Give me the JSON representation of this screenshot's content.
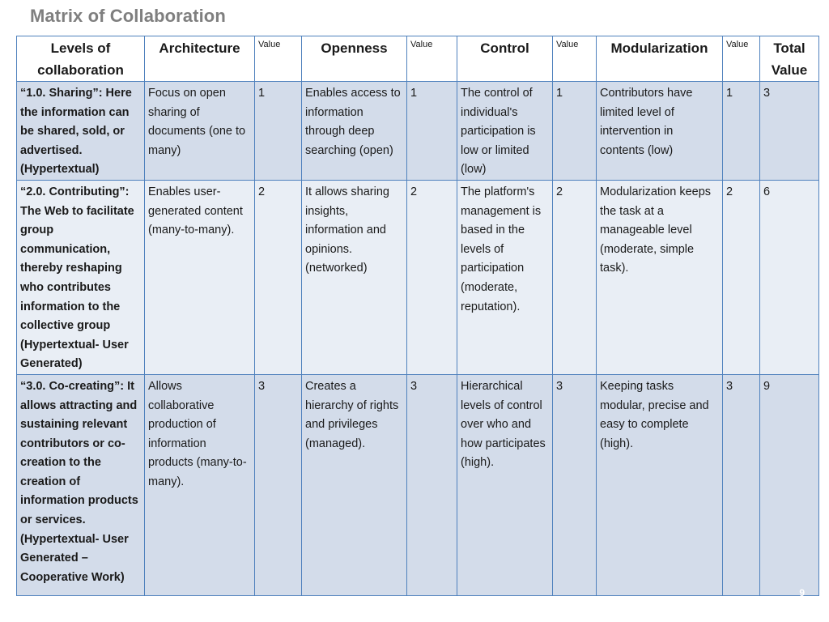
{
  "slide": {
    "title": "Matrix of Collaboration",
    "page_number": "9"
  },
  "table": {
    "headers": {
      "levels": "Levels of collaboration",
      "architecture": "Architecture",
      "value1": "Value",
      "openness": "Openness",
      "value2": "Value",
      "control": "Control",
      "value3": "Value",
      "modularization": "Modularization",
      "value4": "Value",
      "total": "Total Value"
    },
    "rows": [
      {
        "level": "“1.0. Sharing”: Here the information can be shared, sold, or advertised. (Hypertextual)",
        "architecture": "Focus on open sharing of documents (one to many)",
        "architecture_value": "1",
        "openness": "Enables access to information through deep searching (open)",
        "openness_value": "1",
        "control": "The control of individual's participation  is low or limited (low)",
        "control_value": "1",
        "modularization": "Contributors have limited level of intervention in contents (low)",
        "modularization_value": "1",
        "total": "3"
      },
      {
        "level": "“2.0. Contributing”: The Web to facilitate group communication, thereby reshaping who contributes information to the collective group (Hypertextual- User Generated)",
        "architecture": "Enables user-generated content (many-to-many).",
        "architecture_value": "2",
        "openness": "It allows sharing insights, information and opinions. (networked)",
        "openness_value": "2",
        "control": "The platform's management is based in the levels of participation (moderate, reputation).",
        "control_value": "2",
        "modularization": "Modularization keeps the task at a manageable level (moderate, simple task).",
        "modularization_value": "2",
        "total": "6"
      },
      {
        "level": "“3.0. Co-creating”: It allows attracting and sustaining relevant contributors or co-creation to the creation of information products or services. (Hypertextual- User Generated – Cooperative Work)",
        "architecture": "Allows collaborative production of information products (many-to-many).",
        "architecture_value": "3",
        "openness": "Creates a hierarchy of rights and privileges (managed).",
        "openness_value": "3",
        "control": "Hierarchical levels of control over who and how participates (high).",
        "control_value": "3",
        "modularization": "Keeping tasks modular, precise and easy to complete (high).",
        "modularization_value": "3",
        "total": "9"
      }
    ]
  }
}
